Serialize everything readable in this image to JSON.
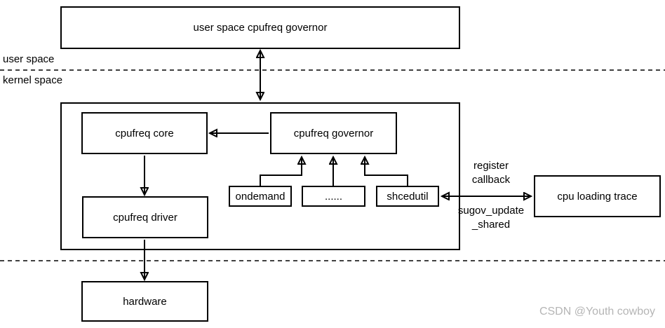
{
  "boxes": {
    "user_space_governor": "user space cpufreq governor",
    "cpufreq_core": "cpufreq core",
    "cpufreq_governor": "cpufreq governor",
    "cpufreq_driver": "cpufreq driver",
    "ondemand": "ondemand",
    "dots": "......",
    "shcedutil": "shcedutil",
    "cpu_loading_trace": "cpu loading trace",
    "hardware": "hardware"
  },
  "labels": {
    "user_space": "user space",
    "kernel_space": "kernel space",
    "register_callback": "register\ncallback",
    "sugov_update_shared": "sugov_update\n_shared"
  },
  "watermark": "CSDN @Youth cowboy",
  "colors": {
    "line": "#000000",
    "text": "#000000",
    "watermark": "#b5b5b5",
    "background": "#ffffff"
  },
  "connectors": [
    {
      "from": "user_space_governor",
      "to": "kernel_space_container",
      "type": "double-arrow-vertical"
    },
    {
      "from": "cpufreq_governor",
      "to": "cpufreq_core",
      "type": "arrow"
    },
    {
      "from": "cpufreq_core",
      "to": "cpufreq_driver",
      "type": "arrow"
    },
    {
      "from": "cpufreq_driver",
      "to": "hardware",
      "type": "arrow"
    },
    {
      "from": "ondemand",
      "to": "cpufreq_governor",
      "type": "arrow-elbow"
    },
    {
      "from": "dots",
      "to": "cpufreq_governor",
      "type": "arrow"
    },
    {
      "from": "shcedutil",
      "to": "cpufreq_governor",
      "type": "arrow-elbow"
    },
    {
      "from": "shcedutil",
      "to": "cpu_loading_trace",
      "type": "double-arrow-horizontal",
      "labels": [
        "register callback",
        "sugov_update _shared"
      ]
    },
    {
      "type": "dashed-separator",
      "between": [
        "user space",
        "kernel space"
      ]
    },
    {
      "type": "dashed-separator",
      "between": [
        "kernel space",
        "hardware"
      ]
    }
  ]
}
